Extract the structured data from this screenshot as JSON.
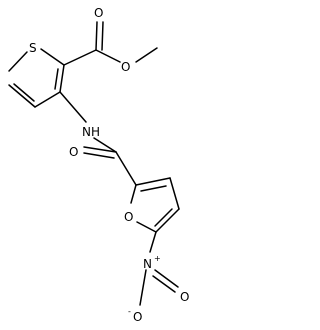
{
  "diagram": {
    "type": "chemical-structure",
    "atom_labels": {
      "s_thiophene": "S",
      "o_ester_carbonyl": "O",
      "o_ester_ether": "O",
      "n_amide": "NH",
      "o_amide_carbonyl": "O",
      "o_furan": "O",
      "n_nitro": "N",
      "n_nitro_charge": "+",
      "o_nitro_upper": "O",
      "o_nitro_lower": "O",
      "o_nitro_lower_charge": "-"
    }
  }
}
